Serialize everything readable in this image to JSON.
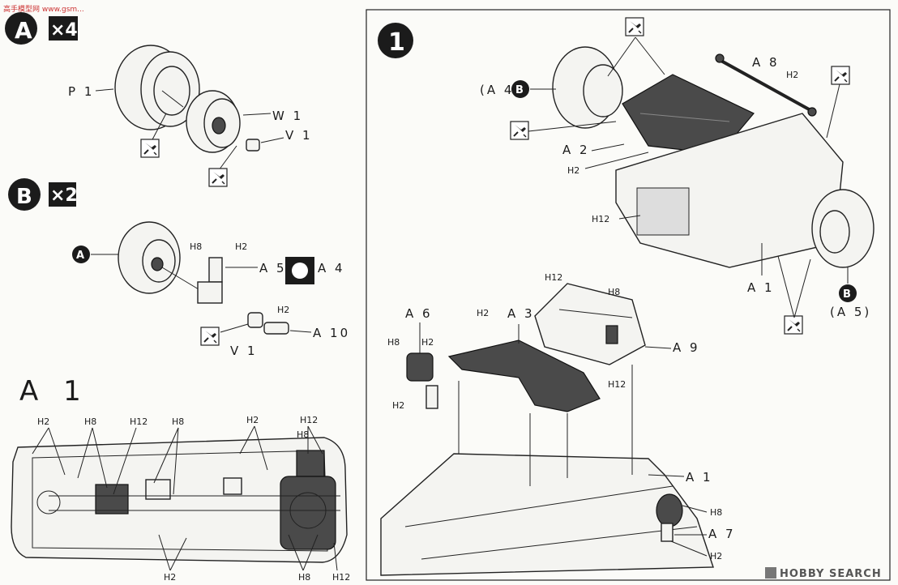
{
  "markers": {
    "a": "A",
    "b": "B"
  },
  "multipliers": {
    "x4": "×4",
    "x2": "×2"
  },
  "step": "1",
  "section_title": "A 1",
  "parts": {
    "p1": "P 1",
    "w1": "W 1",
    "v1": "V 1",
    "a1": "A 1",
    "a2": "A 2",
    "a3": "A 3",
    "a4": "A 4",
    "a4p": "(A 4)",
    "a5": "A 5",
    "a5p": "(A 5)",
    "a6": "A 6",
    "a7": "A 7",
    "a8": "A 8",
    "a9": "A 9",
    "a10": "A 10"
  },
  "h_parts": {
    "prefix": "H",
    "h2": "2",
    "h8": "8",
    "h12": "12"
  },
  "watermark": {
    "text": "HOBBY SEARCH",
    "top": "高手模型网 www.gsm..."
  },
  "icons": [
    "glue-icon",
    "no-glue-icon",
    "hobby-search-logo-icon"
  ]
}
